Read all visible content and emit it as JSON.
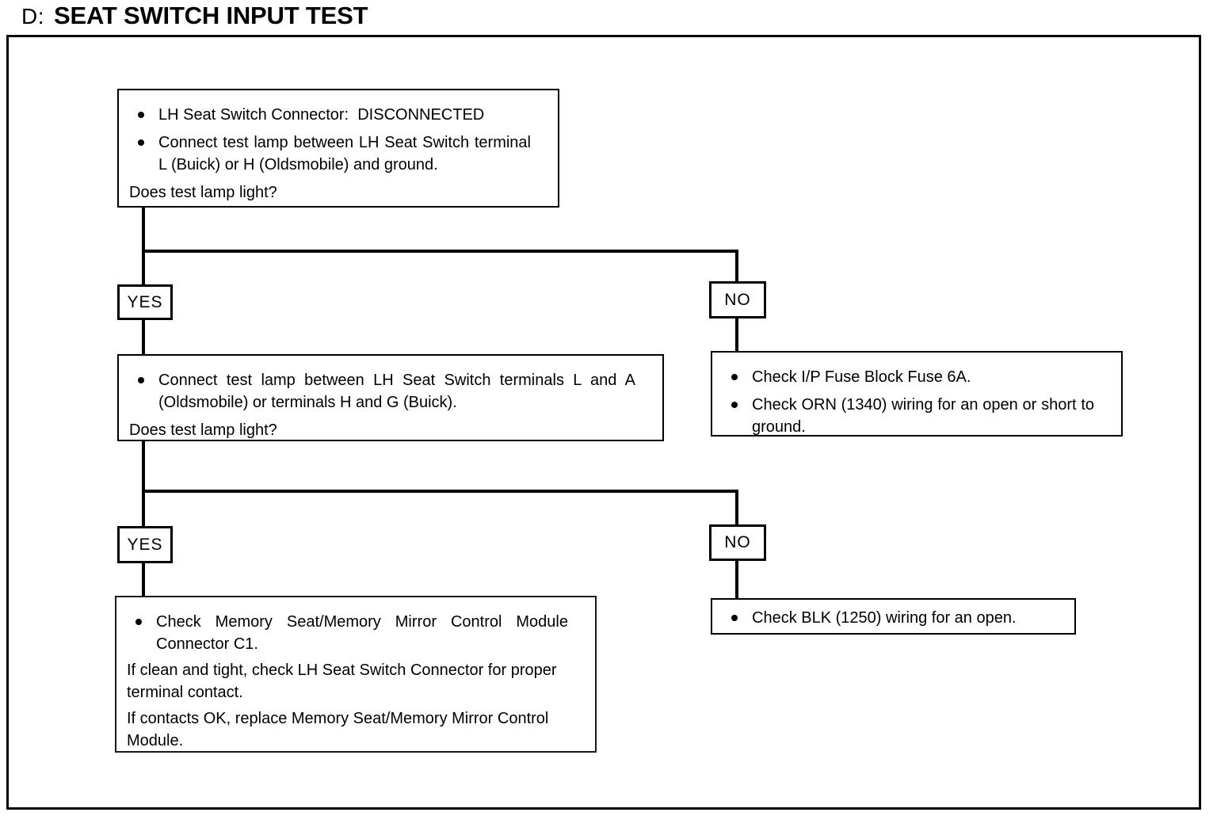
{
  "title": {
    "section": "D:",
    "label": "SEAT SWITCH INPUT TEST"
  },
  "steps": {
    "step1": {
      "bullets": [
        "LH Seat Switch Connector:  DISCONNECTED",
        "Connect test lamp between LH Seat Switch terminal L (Buick) or H (Oldsmobile) and ground."
      ],
      "question": "Does test lamp light?"
    },
    "branch1": {
      "yes": "YES",
      "no": "NO"
    },
    "step2_yes": {
      "bullets": [
        "Connect test lamp between LH Seat Switch terminals L and A (Oldsmobile) or terminals H and G (Buick)."
      ],
      "question": "Does test lamp light?"
    },
    "step2_no": {
      "bullets": [
        "Check I/P Fuse Block Fuse 6A.",
        "Check ORN (1340) wiring for an open or short to ground."
      ]
    },
    "branch2": {
      "yes": "YES",
      "no": "NO"
    },
    "step3_yes": {
      "bullets": [
        "Check Memory Seat/Memory Mirror Control Module Connector C1."
      ],
      "lines": [
        "If clean and tight, check LH Seat Switch Connector for proper terminal contact.",
        "If contacts OK, replace Memory Seat/Memory Mirror Control Module."
      ]
    },
    "step3_no": {
      "bullets": [
        "Check BLK (1250) wiring for an open."
      ]
    }
  }
}
